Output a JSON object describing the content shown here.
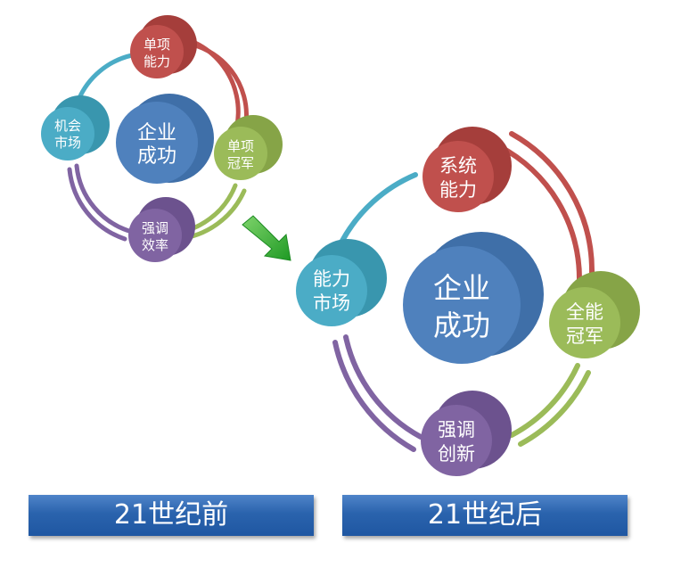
{
  "left_cycle": {
    "center": [
      "企业",
      "成功"
    ],
    "top": [
      "单项",
      "能力"
    ],
    "right": [
      "单项",
      "冠军"
    ],
    "bottom": [
      "强调",
      "效率"
    ],
    "left": [
      "机会",
      "市场"
    ]
  },
  "right_cycle": {
    "center": [
      "企业",
      "成功"
    ],
    "top": [
      "系统",
      "能力"
    ],
    "right": [
      "全能",
      "冠军"
    ],
    "bottom": [
      "强调",
      "创新"
    ],
    "left": [
      "能力",
      "市场"
    ]
  },
  "captions": {
    "before": "21世纪前",
    "after": "21世纪后"
  },
  "colors": {
    "red": "#c0504d",
    "green": "#9bbb59",
    "purple": "#8064a2",
    "teal": "#4bacc6",
    "blue": "#4f81bd",
    "arrow": "#2aa82a"
  }
}
